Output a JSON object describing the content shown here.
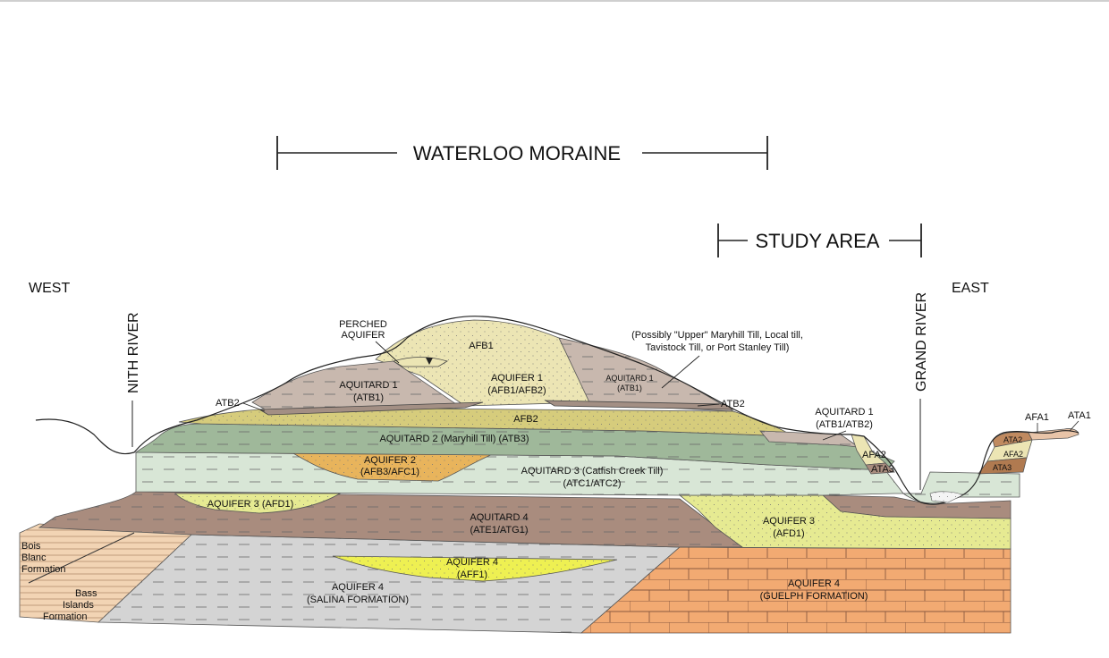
{
  "title": "WATERLOO MORAINE",
  "study_area": "STUDY AREA",
  "directions": {
    "west": "WEST",
    "east": "EAST"
  },
  "rivers": {
    "nith": "NITH RIVER",
    "grand": "GRAND RIVER"
  },
  "perched": {
    "line1": "PERCHED",
    "line2": "AQUIFER"
  },
  "note": {
    "line1": "(Possibly \"Upper\" Maryhill Till, Local till,",
    "line2": "Tavistock Till, or Port Stanley Till)"
  },
  "units": {
    "afb1": "AFB1",
    "aquifer1": {
      "line1": "AQUIFER 1",
      "line2": "(AFB1/AFB2)"
    },
    "aquitard1_west": {
      "line1": "AQUITARD 1",
      "line2": "(ATB1)"
    },
    "aquitard1_mid": {
      "line1": "AQUITARD 1",
      "line2": "(ATB1)"
    },
    "aquitard1_east": {
      "line1": "AQUITARD 1",
      "line2": "(ATB1/ATB2)"
    },
    "atb2_west": "ATB2",
    "atb2_east": "ATB2",
    "afb2": "AFB2",
    "aquitard2": "AQUITARD 2 (Maryhill Till) (ATB3)",
    "aquifer2": {
      "line1": "AQUIFER 2",
      "line2": "(AFB3/AFC1)"
    },
    "aquitard3": {
      "line1": "AQUITARD 3 (Catfish Creek Till)",
      "line2": "(ATC1/ATC2)"
    },
    "afa2": "AFA2",
    "ata3": "ATA3",
    "aquifer3_west": "AQUIFER 3 (AFD1)",
    "aquitard4": {
      "line1": "AQUITARD 4",
      "line2": "(ATE1/ATG1)"
    },
    "aquifer3_east": {
      "line1": "AQUIFER 3",
      "line2": "(AFD1)"
    },
    "aquifer4_salina": {
      "line1": "AQUIFER 4",
      "line2": "(SALINA FORMATION)"
    },
    "aquifer4_aff1": {
      "line1": "AQUIFER 4",
      "line2": "(AFF1)"
    },
    "aquifer4_guelph": {
      "line1": "AQUIFER 4",
      "line2": "(GUELPH FORMATION)"
    },
    "bois_blanc": {
      "line1": "Bois",
      "line2": "Blanc",
      "line3": "Formation"
    },
    "bass_islands": {
      "line1": "Bass",
      "line2": "Islands",
      "line3": "Formation"
    },
    "far_east": {
      "afa1": "AFA1",
      "ata1": "ATA1",
      "ata2": "ATA2",
      "afa2": "AFA2",
      "ata3": "ATA3"
    }
  },
  "colors": {
    "till_brown": "#c8b8ae",
    "aquitard2_green": "#9fb89a",
    "aquitard3_pale": "#d8e6d6",
    "aquitard4_brown": "#a98c7e",
    "sand_cream": "#ece5b4",
    "afb2_olive": "#d6cc7c",
    "aquifer2_orange": "#e8b45c",
    "aquifer_yellow": "#e6ea92",
    "aff1_yellow": "#eef052",
    "salina_gray": "#d4d4d4",
    "guelph_orange": "#f2aa72",
    "bois_peach": "#f2d4b4"
  }
}
